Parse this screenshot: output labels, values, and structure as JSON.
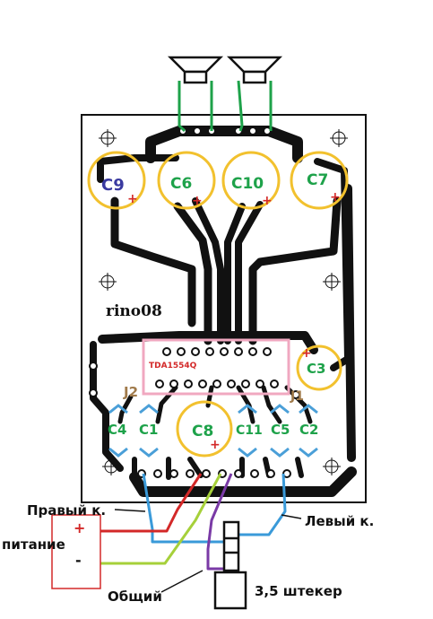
{
  "board": {
    "author": "rino08",
    "chip": "TDA1554Q"
  },
  "capacitors": {
    "c9": "C9",
    "c6": "C6",
    "c10": "C10",
    "c7": "C7",
    "c3": "C3",
    "c4": "C4",
    "c1": "C1",
    "c8": "C8",
    "c11": "C11",
    "c5": "C5",
    "c2": "C2"
  },
  "jumpers": {
    "j2": "J2",
    "j1": "J1"
  },
  "polarity": {
    "plus": "+",
    "minus": "-"
  },
  "wiring_labels": {
    "right_channel": "Правый к.",
    "left_channel": "Левый к.",
    "power": "питание",
    "common": "Общий",
    "jack": "3,5 штекер"
  },
  "colors": {
    "pcb_outline": "#111111",
    "trace": "#111111",
    "speaker_wire": "#1ea24a",
    "cap_highlight": "#f2c12e",
    "chip_outline": "#f0a8c0",
    "cap_marker": "#4a9fd8",
    "wire_red": "#d32828",
    "wire_lime": "#a6d03a",
    "wire_blue": "#3a9ad9",
    "wire_purple": "#7a3aa6"
  }
}
